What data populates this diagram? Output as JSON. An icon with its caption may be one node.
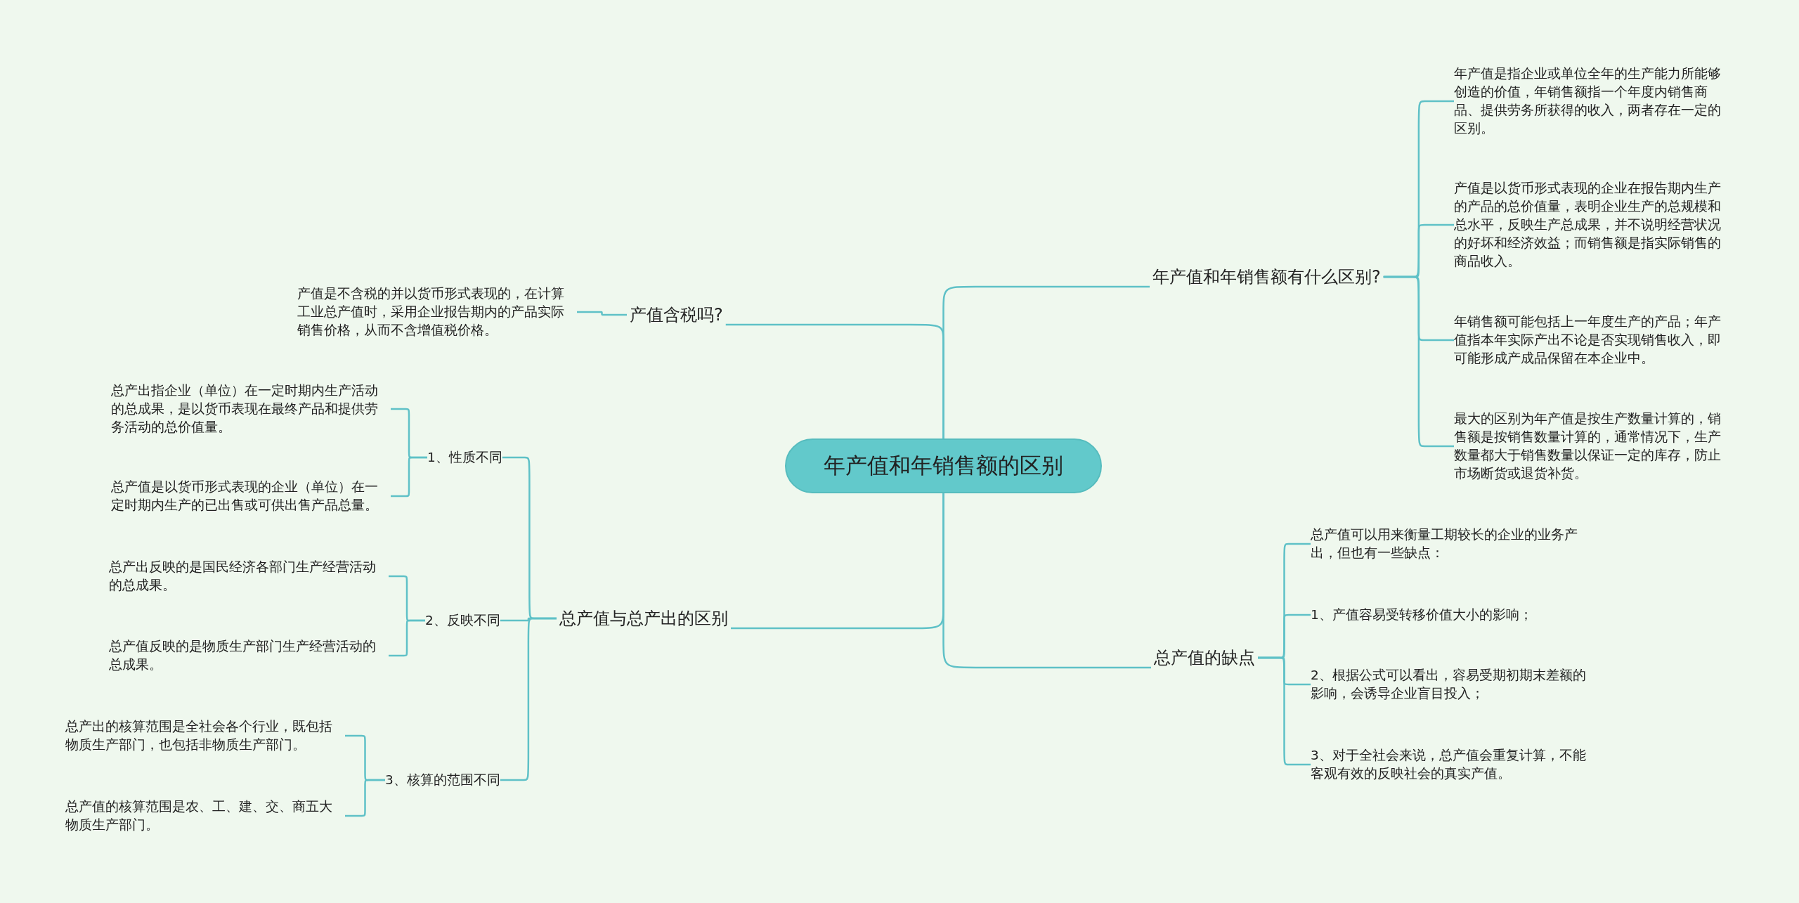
{
  "diagram": {
    "nodes": [
      {
        "text": [
          "年产值和年销售额的区别"
        ]
      },
      {
        "text": [
          "年产值和年销售额有什么区别?"
        ]
      },
      {
        "text": [
          "年产值是指企业或单位全年的生产能力所能够创造的价值，年销售额指一个年度内销售商品、提供劳务所获得的收入，两者存在一定的区别。"
        ]
      },
      {
        "text": [
          "产值是以货币形式表现的企业在报告期内生产的产品的总价值量，表明企业生产的总规模和总水平，反映生产总成果，并不说明经营状况的好坏和经济效益；而销售额是指实际销售的商品收入。"
        ]
      },
      {
        "text": [
          "年销售额可能包括上一年度生产的产品；年产值指本年实际产出不论是否实现销售收入，即可能形成产成品保留在本企业中。"
        ]
      },
      {
        "text": [
          "最大的区别为年产值是按生产数量计算的，销售额是按销售数量计算的，通常情况下，生产数量都大于销售数量以保证一定的库存，防止市场断货或退货补货。"
        ]
      },
      {
        "text": [
          "总产值的缺点"
        ]
      },
      {
        "text": [
          "总产值可以用来衡量工期较长的企业的业务产出，但也有一些缺点："
        ]
      },
      {
        "text": [
          "1、产值容易受转移价值大小的影响；"
        ]
      },
      {
        "text": [
          "2、根据公式可以看出，容易受期初期末差额的影响，会诱导企业盲目投入；"
        ]
      },
      {
        "text": [
          "3、对于全社会来说，总产值会重复计算，不能客观有效的反映社会的真实产值。"
        ]
      },
      {
        "text": [
          "产值含税吗?"
        ]
      },
      {
        "text": [
          "产值是不含税的并以货币形式表现的，在计算工业总产值时，采用企业报告期内的产品实际销售价格，从而不含增值税价格。"
        ]
      },
      {
        "text": [
          "总产值与总产出的区别"
        ]
      },
      {
        "text": [
          "1、性质不同"
        ]
      },
      {
        "text": [
          "总产出指企业（单位）在一定时期内生产活动的总成果，是以货币表现在最终产品和提供劳务活动的总价值量。"
        ]
      },
      {
        "text": [
          "总产值是以货币形式表现的企业（单位）在一定时期内生产的已出售或可供出售产品总量。"
        ]
      },
      {
        "text": [
          "2、反映不同"
        ]
      },
      {
        "text": [
          "总产出反映的是国民经济各部门生产经营活动的总成果。"
        ]
      },
      {
        "text": [
          "总产值反映的是物质生产部门生产经营活动的总成果。"
        ]
      },
      {
        "text": [
          "3、核算的范围不同"
        ]
      },
      {
        "text": [
          "总产出的核算范围是全社会各个行业，既包括物质生产部门，也包括非物质生产部门。"
        ]
      },
      {
        "text": [
          "总产值的核算范围是农、工、建、交、商五大物质生产部门。"
        ]
      }
    ],
    "edges": [
      {
        "from": 0,
        "to": 1,
        "arrow": "none"
      },
      {
        "from": 1,
        "to": 2,
        "arrow": "none"
      },
      {
        "from": 1,
        "to": 3,
        "arrow": "none"
      },
      {
        "from": 1,
        "to": 4,
        "arrow": "none"
      },
      {
        "from": 1,
        "to": 5,
        "arrow": "none"
      },
      {
        "from": 0,
        "to": 6,
        "arrow": "none"
      },
      {
        "from": 6,
        "to": 7,
        "arrow": "none"
      },
      {
        "from": 6,
        "to": 8,
        "arrow": "none"
      },
      {
        "from": 6,
        "to": 9,
        "arrow": "none"
      },
      {
        "from": 6,
        "to": 10,
        "arrow": "none"
      },
      {
        "from": 0,
        "to": 11,
        "arrow": "none"
      },
      {
        "from": 11,
        "to": 12,
        "arrow": "none"
      },
      {
        "from": 0,
        "to": 13,
        "arrow": "none"
      },
      {
        "from": 13,
        "to": 14,
        "arrow": "none"
      },
      {
        "from": 14,
        "to": 15,
        "arrow": "none"
      },
      {
        "from": 14,
        "to": 16,
        "arrow": "none"
      },
      {
        "from": 13,
        "to": 17,
        "arrow": "none"
      },
      {
        "from": 17,
        "to": 18,
        "arrow": "none"
      },
      {
        "from": 17,
        "to": 19,
        "arrow": "none"
      },
      {
        "from": 13,
        "to": 20,
        "arrow": "none"
      },
      {
        "from": 20,
        "to": 21,
        "arrow": "none"
      },
      {
        "from": 20,
        "to": 22,
        "arrow": "none"
      }
    ]
  }
}
